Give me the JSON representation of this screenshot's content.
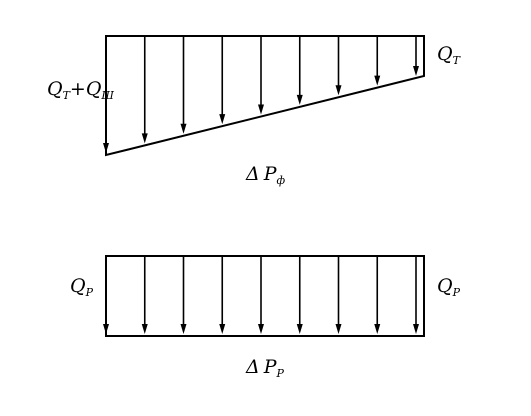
{
  "top_diagram": {
    "left_label_main_1": "Q",
    "left_label_sub_1": "Т",
    "left_label_plus": "+",
    "left_label_main_2": "Q",
    "left_label_sub_2": "Ш",
    "right_label_main": "Q",
    "right_label_sub": "Т",
    "bottom_label_delta": "Δ",
    "bottom_label_main": "P",
    "bottom_label_sub": "ф",
    "arrow_count": 9
  },
  "bottom_diagram": {
    "left_label_main": "Q",
    "left_label_sub": "Р",
    "right_label_main": "Q",
    "right_label_sub": "Р",
    "bottom_label_delta": "Δ",
    "bottom_label_main": "P",
    "bottom_label_sub": "Р",
    "arrow_count": 9
  }
}
